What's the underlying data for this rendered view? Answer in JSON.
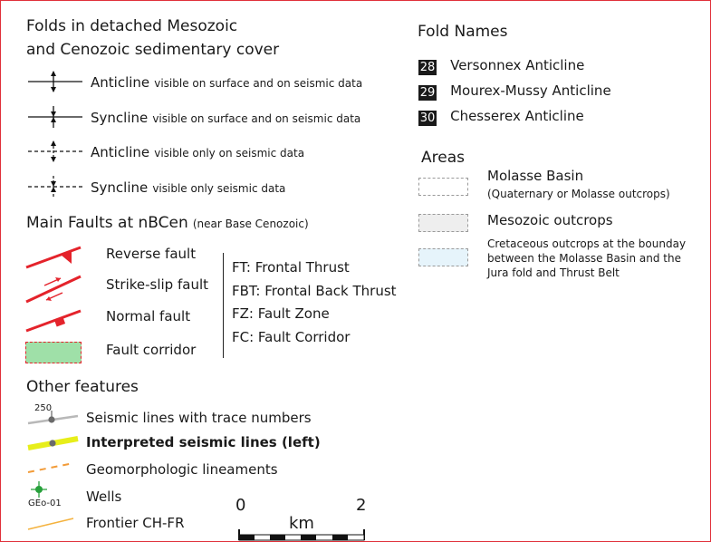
{
  "folds": {
    "heading_line1": "Folds in detached Mesozoic",
    "heading_line2": "and Cenozoic sedimentary cover",
    "items": [
      {
        "name": "Anticline",
        "desc": "visible on surface and on seismic data"
      },
      {
        "name": "Syncline",
        "desc": "visible on surface and on seismic data"
      },
      {
        "name": "Anticline",
        "desc": "visible only on seismic data"
      },
      {
        "name": "Syncline",
        "desc": "visible only seismic data"
      }
    ]
  },
  "fault_section": {
    "heading": "Main Faults at nBCen",
    "heading_note": "(near Base Cenozoic)",
    "types": [
      "Reverse fault",
      "Strike-slip fault",
      "Normal fault",
      "Fault corridor"
    ],
    "abbreviations": [
      "FT: Frontal Thrust",
      "FBT: Frontal Back Thrust",
      "FZ: Fault Zone",
      "FC: Fault Corridor"
    ],
    "color": "#e4232b",
    "corridor_fill": "#9fe0a8"
  },
  "other": {
    "heading": "Other features",
    "items": [
      {
        "label": "Seismic lines with trace numbers",
        "symbol_text": "250"
      },
      {
        "label": "Interpreted seismic lines (left)"
      },
      {
        "label": "Geomorphologic lineaments"
      },
      {
        "label": "Wells",
        "symbol_text": "GEo-01"
      },
      {
        "label": "Frontier CH-FR"
      }
    ]
  },
  "scale_bar": {
    "min": "0",
    "max": "2",
    "unit": "km"
  },
  "fold_names": {
    "heading": "Fold Names",
    "items": [
      {
        "number": "28",
        "name": "Versonnex Anticline"
      },
      {
        "number": "29",
        "name": "Mourex-Mussy Anticline"
      },
      {
        "number": "30",
        "name": "Chesserex Anticline"
      }
    ]
  },
  "areas": {
    "heading": "Areas",
    "items": [
      {
        "title": "Molasse Basin",
        "sub": "(Quaternary or Molasse outcrops)",
        "fill": "#ffffff"
      },
      {
        "title": "Mesozoic outcrops",
        "fill": "#eeeeee"
      },
      {
        "title": "Cretaceous outcrops at the bounday",
        "sub": "between the Molasse Basin and the",
        "sub2": "Jura fold and Thrust Belt",
        "fill": "#e6f4fb"
      }
    ]
  }
}
